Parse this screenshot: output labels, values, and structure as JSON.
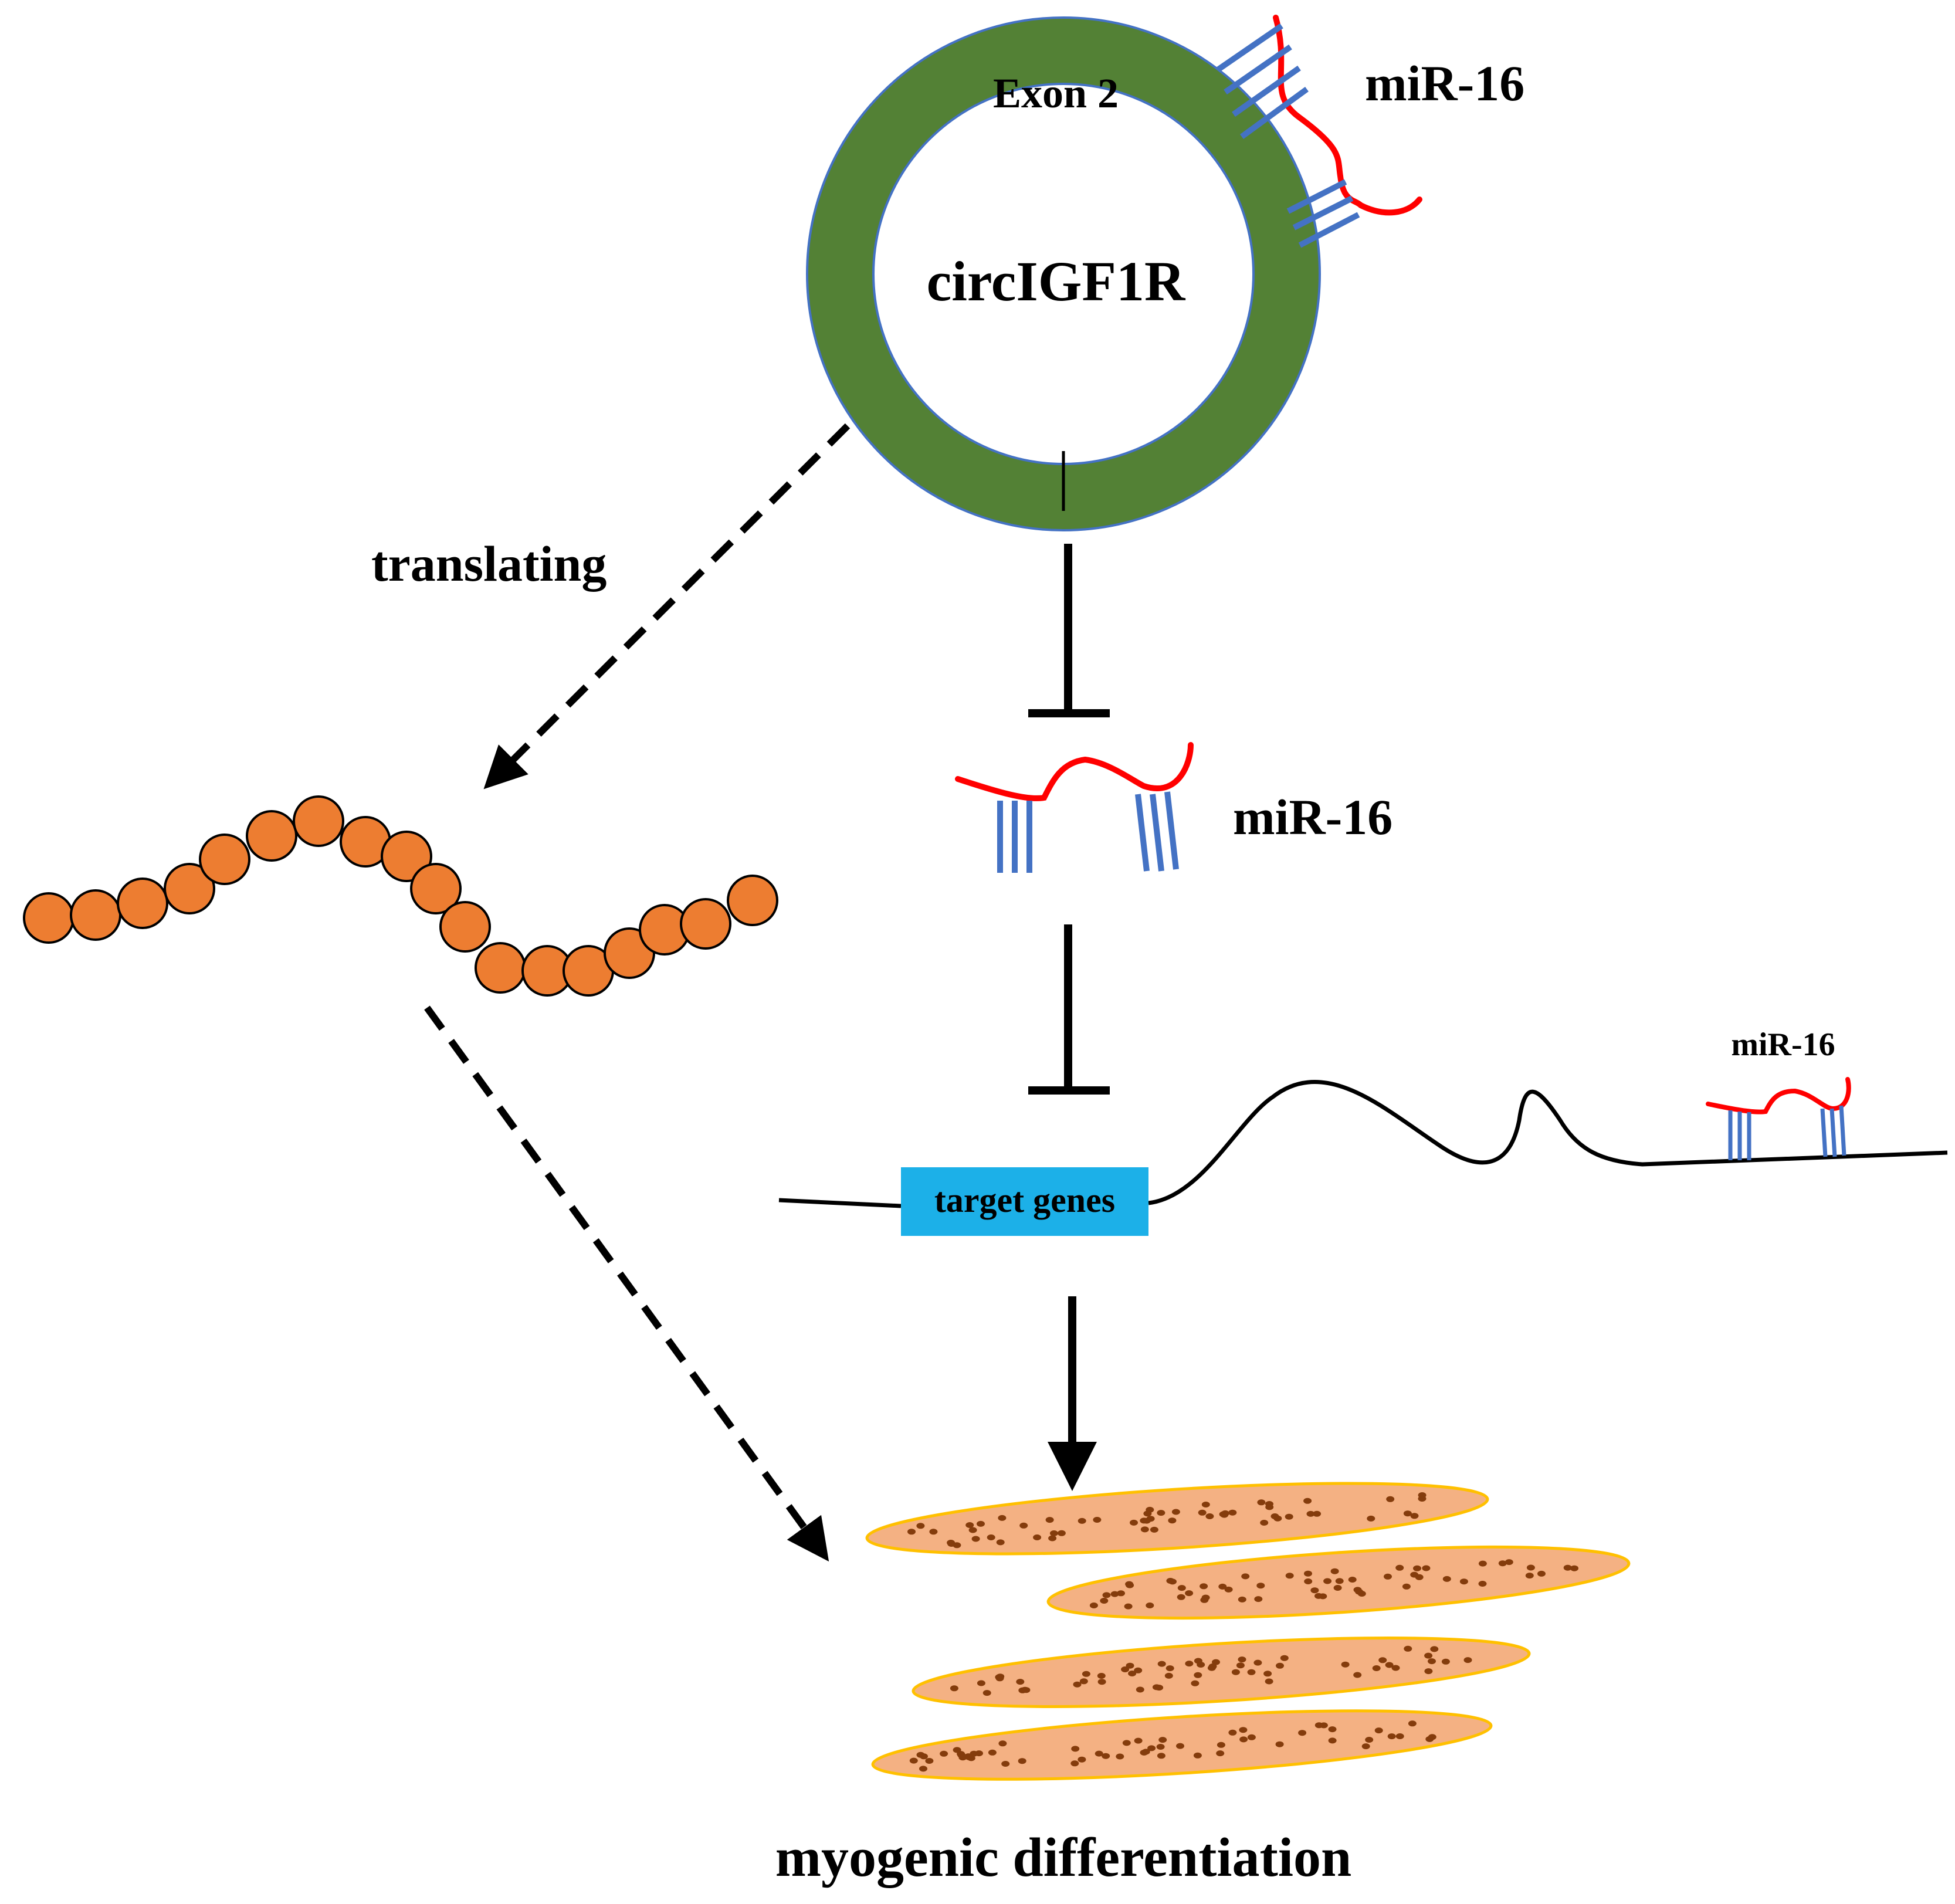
{
  "labels": {
    "exon": "Exon 2",
    "circ_name": "circIGF1R",
    "mir_top": "miR-16",
    "translating": "translating",
    "mir_middle": "miR-16",
    "mir_small": "miR-16",
    "target_genes": "target genes",
    "outcome": "myogenic differentiation"
  },
  "colors": {
    "ring": "#538135",
    "ring_outline": "#4472c4",
    "mirna_strand": "#ff0000",
    "base_pairs": "#4472c4",
    "peptide_bead": "#ed7d31",
    "target_box": "#1cb0e8",
    "myotube_fill": "#f4b183",
    "myotube_outline": "#ffc000",
    "nuclei": "#843c0c"
  },
  "icons": [
    "circular-rna-ring",
    "mirna-strand-icon",
    "peptide-chain-icon",
    "mrna-line-icon",
    "myotube-icon",
    "inhibition-bar-icon",
    "dashed-arrow-icon"
  ]
}
